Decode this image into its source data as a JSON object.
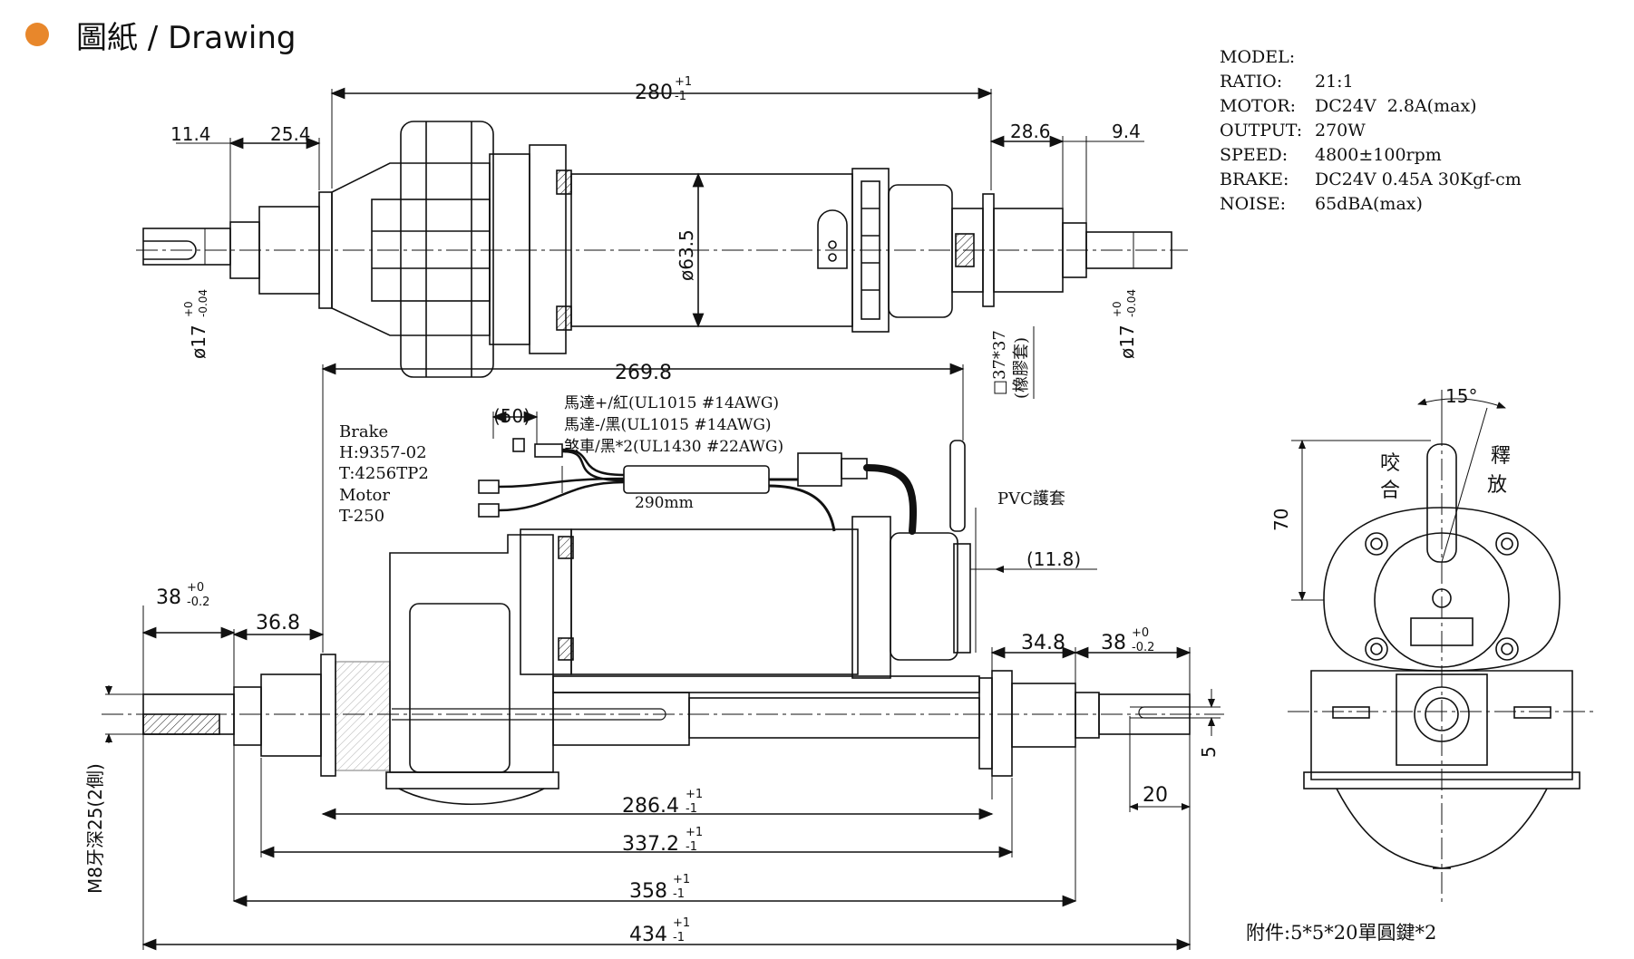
{
  "header": {
    "title": "圖紙 / Drawing",
    "dot_color": "#e8872b"
  },
  "specs": [
    {
      "key": "MODEL:",
      "value": ""
    },
    {
      "key": "RATIO:",
      "value": "21:1"
    },
    {
      "key": "MOTOR:",
      "value": "DC24V  2.8A(max)"
    },
    {
      "key": "OUTPUT:",
      "value": "270W"
    },
    {
      "key": "SPEED:",
      "value": "4800±100rpm"
    },
    {
      "key": "BRAKE:",
      "value": "DC24V 0.45A 30Kgf-cm"
    },
    {
      "key": "NOISE:",
      "value": "65dBA(max)"
    }
  ],
  "top_view": {
    "overall": {
      "value": "280",
      "tol_upper": "+1",
      "tol_lower": "-1"
    },
    "left_a": "11.4",
    "left_b": "25.4",
    "right_a": "28.6",
    "right_b": "9.4",
    "body_dia": "ø63.5",
    "shaft_left": {
      "value": "ø17",
      "tol_upper": "+0",
      "tol_lower": "-0.04"
    },
    "shaft_right": {
      "value": "ø17",
      "tol_upper": "+0",
      "tol_lower": "-0.04"
    },
    "sleeve": "□37*37",
    "sleeve_note": "(橡膠套)"
  },
  "wiring": {
    "width": "269.8",
    "lead": "(50)",
    "wire1": "馬達+/紅(UL1015 #14AWG)",
    "wire2": "馬達-/黑(UL1015 #14AWG)",
    "wire3": "煞車/黑*2(UL1430 #22AWG)",
    "cable_len": "290mm",
    "brake_label": "Brake",
    "brake_h": "H:9357-02",
    "brake_t": "T:4256TP2",
    "motor_label": "Motor",
    "motor_t": "T-250",
    "pvc": "PVC護套",
    "offset": "(11.8)"
  },
  "bottom_view": {
    "left_key": {
      "value": "38",
      "tol_upper": "+0",
      "tol_lower": "-0.2"
    },
    "right_key": {
      "value": "38",
      "tol_upper": "+0",
      "tol_lower": "-0.2"
    },
    "left_hub": "36.8",
    "right_hub": "34.8",
    "key_width": "5",
    "key_len": "20",
    "dim1": {
      "value": "286.4",
      "tol_upper": "+1",
      "tol_lower": "-1"
    },
    "dim2": {
      "value": "337.2",
      "tol_upper": "+1",
      "tol_lower": "-1"
    },
    "dim3": {
      "value": "358",
      "tol_upper": "+1",
      "tol_lower": "-1"
    },
    "dim4": {
      "value": "434",
      "tol_upper": "+1",
      "tol_lower": "-1"
    },
    "thread": "M8牙深25(2側)"
  },
  "side_view": {
    "angle": "15°",
    "height": "70",
    "engage_1": "咬",
    "engage_2": "合",
    "release_1": "釋",
    "release_2": "放"
  },
  "footer": {
    "accessory": "附件:5*5*20單圓鍵*2"
  }
}
